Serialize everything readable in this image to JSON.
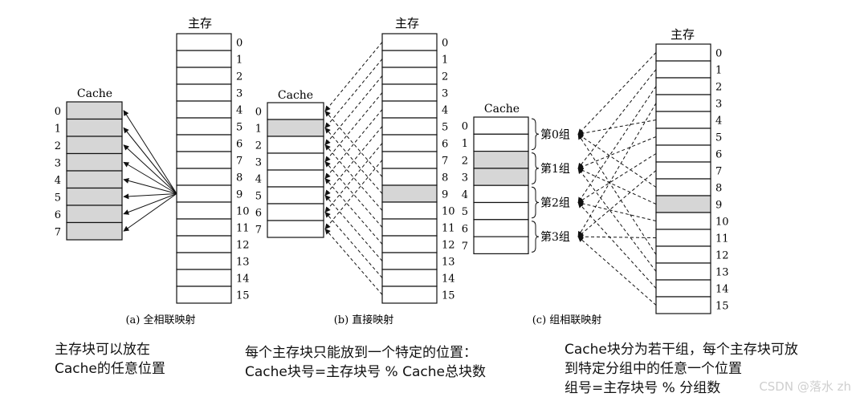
{
  "panels": [
    {
      "id": "a",
      "caption": "(a) 全相联映射",
      "main_label": "主存",
      "cache_label": "Cache",
      "cache_indices": [
        "0",
        "1",
        "2",
        "3",
        "4",
        "5",
        "6",
        "7"
      ],
      "main_indices": [
        "0",
        "1",
        "2",
        "3",
        "4",
        "5",
        "6",
        "7",
        "8",
        "9",
        "10",
        "11",
        "12",
        "13",
        "14",
        "15"
      ],
      "highlighted_main_block": "9",
      "highlighted_cache_lines": [
        "0",
        "1",
        "2",
        "3",
        "4",
        "5",
        "6",
        "7"
      ],
      "description": [
        "主存块可以放在",
        "Cache的任意位置"
      ]
    },
    {
      "id": "b",
      "caption": "(b) 直接映射",
      "main_label": "主存",
      "cache_label": "Cache",
      "cache_indices": [
        "0",
        "1",
        "2",
        "3",
        "4",
        "5",
        "6",
        "7"
      ],
      "main_indices": [
        "0",
        "1",
        "2",
        "3",
        "4",
        "5",
        "6",
        "7",
        "8",
        "9",
        "10",
        "11",
        "12",
        "13",
        "14",
        "15"
      ],
      "highlighted_main_block": "9",
      "highlighted_cache_lines": [
        "1"
      ],
      "description": [
        "每个主存块只能放到一个特定的位置：",
        "Cache块号=主存块号 % Cache总块数"
      ]
    },
    {
      "id": "c",
      "caption": "(c) 组相联映射",
      "main_label": "主存",
      "cache_label": "Cache",
      "cache_indices": [
        "0",
        "1",
        "2",
        "3",
        "4",
        "5",
        "6",
        "7"
      ],
      "main_indices": [
        "0",
        "1",
        "2",
        "3",
        "4",
        "5",
        "6",
        "7",
        "8",
        "9",
        "10",
        "11",
        "12",
        "13",
        "14",
        "15"
      ],
      "group_labels": [
        "第0组",
        "第1组",
        "第2组",
        "第3组"
      ],
      "highlighted_main_block": "9",
      "highlighted_cache_lines": [
        "2",
        "3"
      ],
      "description": [
        "Cache块分为若干组，每个主存块可放",
        "到特定分组中的任意一个位置",
        "组号=主存块号 % 分组数"
      ]
    }
  ],
  "watermark": "CSDN @落水 zh",
  "colors": {
    "highlight": "#d6d6d6",
    "stroke": "#111111",
    "background": "#ffffff"
  }
}
